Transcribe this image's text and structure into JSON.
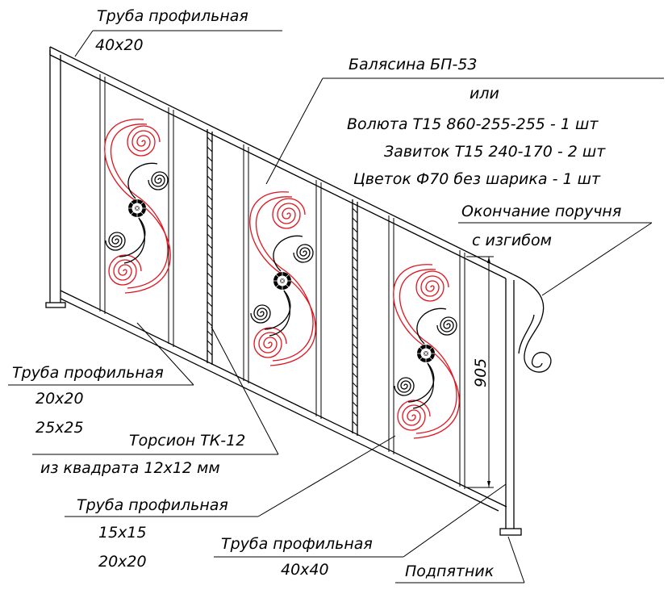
{
  "colors": {
    "ink": "#000000",
    "volute": "#e0141e",
    "background": "#ffffff"
  },
  "labels": {
    "top_rail": {
      "title": "Труба профильная",
      "size": "40x20"
    },
    "baluster": {
      "title": "Балясина БП-53",
      "or": "или",
      "line1": "Волюта Т15 860-255-255 - 1 шт",
      "line2": "Завиток Т15 240-170 - 2 шт",
      "line3": "Цветок Ф70 без шарика - 1 шт"
    },
    "handrail_end": {
      "line1": "Окончание поручня",
      "line2": "с изгибом"
    },
    "dimension": "905",
    "left_post": {
      "title": "Труба профильная",
      "size1": "20x20",
      "size2": "25x25"
    },
    "torsion": {
      "line1": "Торсион ТК-12",
      "line2": "из квадрата 12х12 мм"
    },
    "small_pipe": {
      "title": "Труба профильная",
      "size1": "15x15",
      "size2": "20x20"
    },
    "bottom_pipe": {
      "title": "Труба профильная",
      "size": "40x40"
    },
    "base": "Подпятник"
  }
}
